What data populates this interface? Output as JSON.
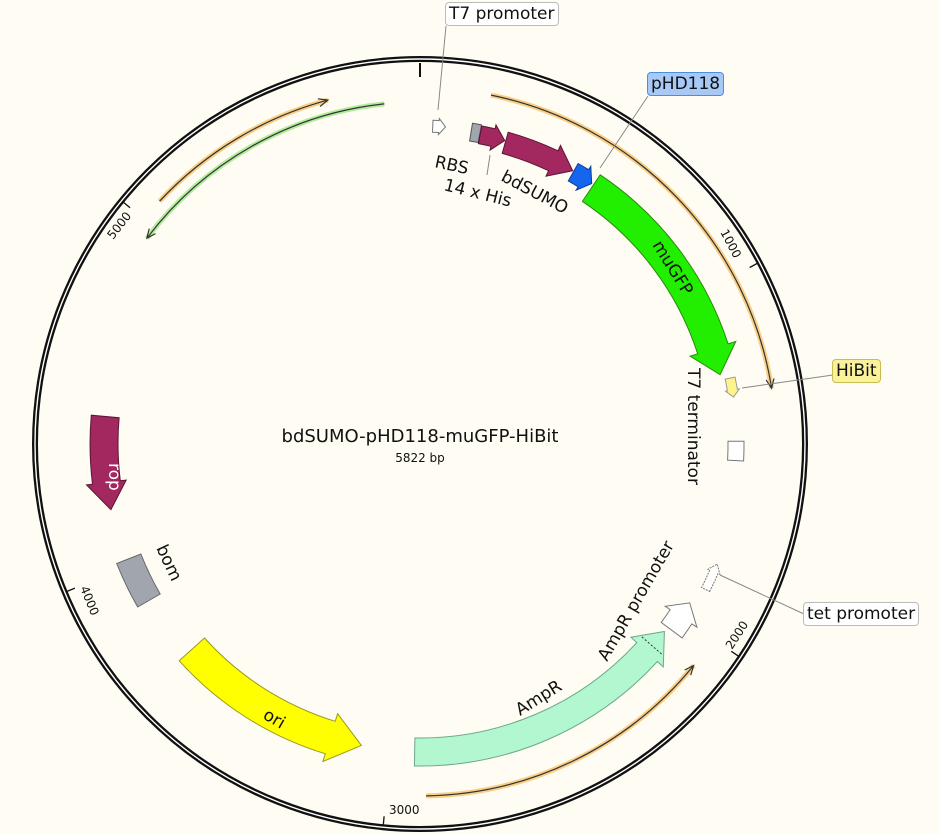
{
  "plasmid": {
    "name": "bdSUMO-pHD118-muGFP-HiBit",
    "length": "5822 bp"
  },
  "features": {
    "t7_promoter": "T7 promoter",
    "rbs": "RBS",
    "his_tag": "14 x His",
    "bdsumo": "bdSUMO",
    "phd118": "pHD118",
    "mugfp": "muGFP",
    "hibit": "HiBit",
    "t7_terminator": "T7 terminator",
    "tet_promoter": "tet promoter",
    "ampr_promoter": "AmpR promoter",
    "ampr": "AmpR",
    "ori": "ori",
    "bom": "bom",
    "rop": "rop"
  },
  "ticks": [
    "1000",
    "2000",
    "3000",
    "4000",
    "5000"
  ],
  "colors": {
    "cds": "#a3285f",
    "phd118": "#1466ee",
    "mugfp": "#22ee00",
    "hibit": "#fff48a",
    "ampr": "#b3f7d0",
    "ori": "#ffff00",
    "misc": "#a1a6ae",
    "primer": "#f5b040"
  }
}
